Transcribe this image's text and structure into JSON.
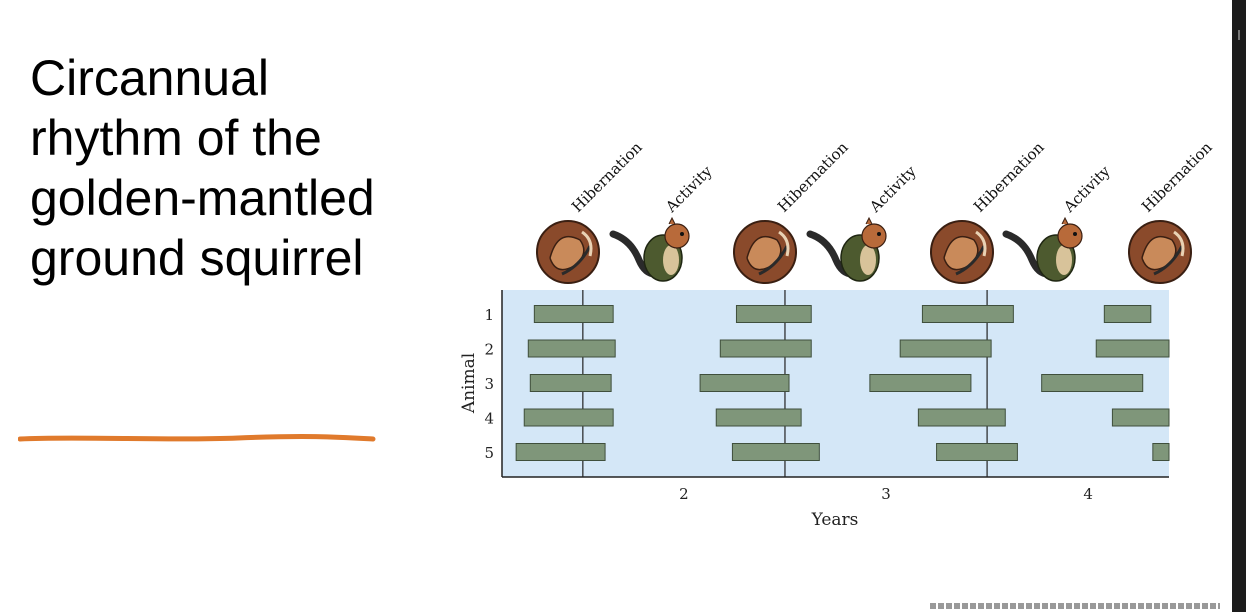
{
  "slide": {
    "title": "Circannual rhythm of the golden-mantled ground squirrel"
  },
  "colors": {
    "plot_background": "#d4e7f7",
    "bar_fill": "#7f967a",
    "bar_stroke": "#3f4f3c",
    "underline": "#e07a2c",
    "right_bar": "#1c1c1c"
  },
  "chart_data": {
    "type": "bar",
    "orientation": "horizontal-range",
    "xlabel": "Years",
    "ylabel": "Animal",
    "x_ticks": [
      2,
      3,
      4
    ],
    "xlim": [
      1.1,
      4.4
    ],
    "year_dividers": [
      1.5,
      2.5,
      3.5
    ],
    "categories": [
      "1",
      "2",
      "3",
      "4",
      "5"
    ],
    "phases": [
      "Hibernation",
      "Activity",
      "Hibernation",
      "Activity",
      "Hibernation",
      "Activity",
      "Hibernation"
    ],
    "phase_icons": [
      "hibernating-squirrel-icon",
      "active-squirrel-icon",
      "hibernating-squirrel-icon",
      "active-squirrel-icon",
      "hibernating-squirrel-icon",
      "active-squirrel-icon",
      "hibernating-squirrel-icon"
    ],
    "series": [
      {
        "animal": "1",
        "hibernation_periods": [
          [
            1.26,
            1.65
          ],
          [
            2.26,
            2.63
          ],
          [
            3.18,
            3.63
          ],
          [
            4.08,
            4.31
          ]
        ]
      },
      {
        "animal": "2",
        "hibernation_periods": [
          [
            1.23,
            1.66
          ],
          [
            2.18,
            2.63
          ],
          [
            3.07,
            3.52
          ],
          [
            4.04,
            4.4
          ]
        ]
      },
      {
        "animal": "3",
        "hibernation_periods": [
          [
            1.24,
            1.64
          ],
          [
            2.08,
            2.52
          ],
          [
            2.92,
            3.42
          ],
          [
            3.77,
            4.27
          ]
        ]
      },
      {
        "animal": "4",
        "hibernation_periods": [
          [
            1.21,
            1.65
          ],
          [
            2.16,
            2.58
          ],
          [
            3.16,
            3.59
          ],
          [
            4.12,
            4.4
          ]
        ]
      },
      {
        "animal": "5",
        "hibernation_periods": [
          [
            1.17,
            1.61
          ],
          [
            2.24,
            2.67
          ],
          [
            3.25,
            3.65
          ],
          [
            4.32,
            4.4
          ]
        ]
      }
    ]
  }
}
